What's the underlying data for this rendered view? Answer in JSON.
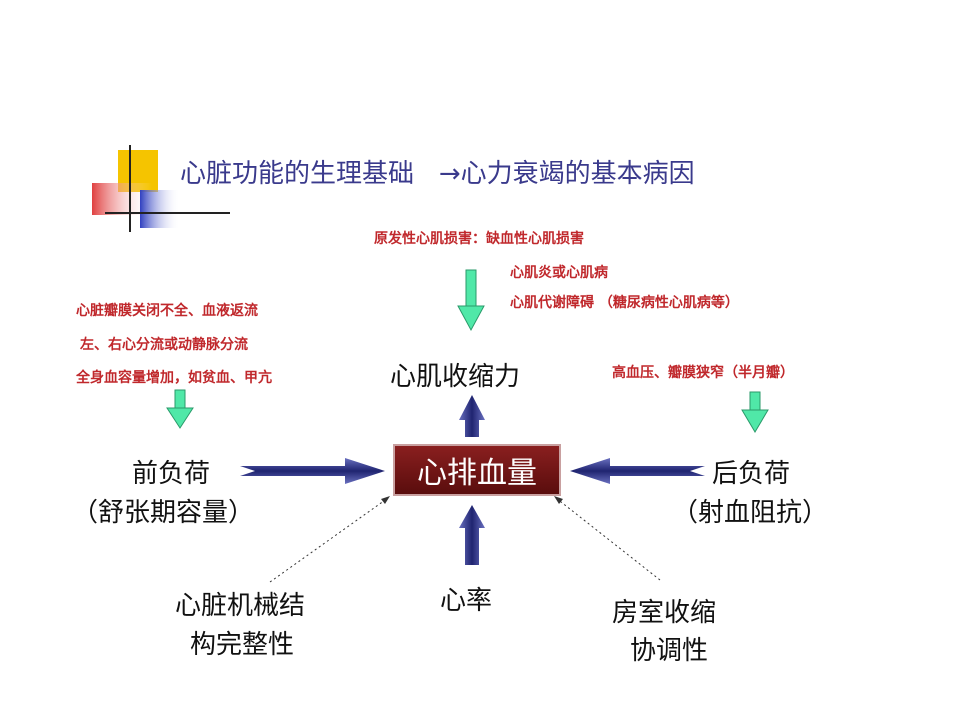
{
  "title": {
    "left": "心脏功能的生理基础",
    "arrow": "→",
    "right": "心力衰竭的基本病因"
  },
  "center": "心排血量",
  "contractility": {
    "label": "心肌收缩力",
    "causes": [
      "原发性心肌损害：缺血性心肌损害",
      "心肌炎或心肌病",
      "心肌代谢障碍 （糖尿病性心肌病等）"
    ]
  },
  "preload": {
    "label_line1": "前负荷",
    "label_line2": "（舒张期容量）",
    "causes": [
      "心脏瓣膜关闭不全、血液返流",
      "左、右心分流或动静脉分流",
      "全身血容量增加，如贫血、甲亢"
    ]
  },
  "afterload": {
    "label_line1": "后负荷",
    "label_line2": "（射血阻抗）",
    "causes": [
      "高血压、瓣膜狭窄（半月瓣）"
    ]
  },
  "heart_rate": "心率",
  "structure": {
    "line1": "心脏机械结",
    "line2": "构完整性"
  },
  "coordination": {
    "line1": "房室收缩",
    "line2": "协调性"
  },
  "colors": {
    "title": "#3a3a8c",
    "cause_text": "#c0282c",
    "blue_arrow": "#2a2f7a",
    "green_arrow": "#40e0a0",
    "center_box": "#6e1515"
  }
}
